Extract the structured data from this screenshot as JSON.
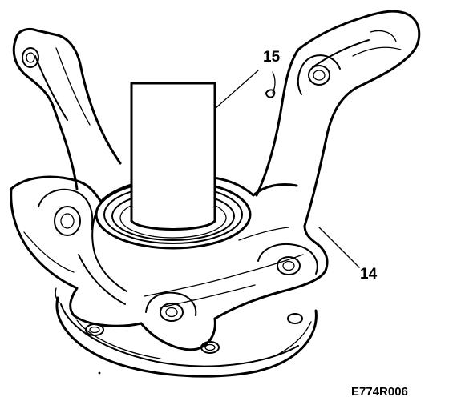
{
  "callouts": {
    "part_15": "15",
    "part_14": "14"
  },
  "figure_code": "E774R006",
  "colors": {
    "ink": "#000000",
    "paper": "#ffffff"
  }
}
